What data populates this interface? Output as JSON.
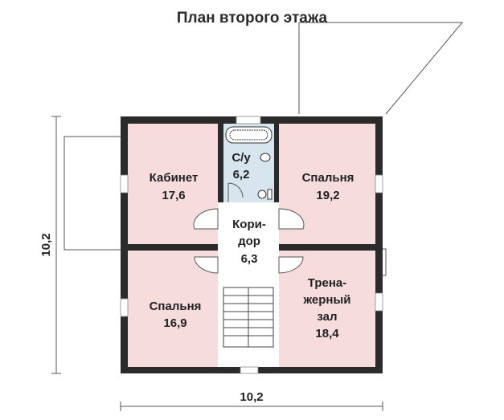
{
  "title": "План второго этажа",
  "rooms": {
    "cabinet": {
      "name": "Кабинет",
      "area": "17,6"
    },
    "bath": {
      "name": "С/у",
      "area": "6,2"
    },
    "bedroom_top": {
      "name": "Спальня",
      "area": "19,2"
    },
    "corridor": {
      "line1": "Кори-",
      "line2": "дор",
      "area": "6,3"
    },
    "bedroom_bottom": {
      "name": "Спальня",
      "area": "16,9"
    },
    "gym": {
      "line1": "Трена-",
      "line2": "жерный",
      "line3": "зал",
      "area": "18,4"
    }
  },
  "dimensions": {
    "width": "10,2",
    "height": "10,2"
  },
  "colors": {
    "room_fill": "#f6dcdc",
    "bath_fill": "#d7e6ee",
    "wall": "#2b2b2b",
    "line": "#555555"
  }
}
